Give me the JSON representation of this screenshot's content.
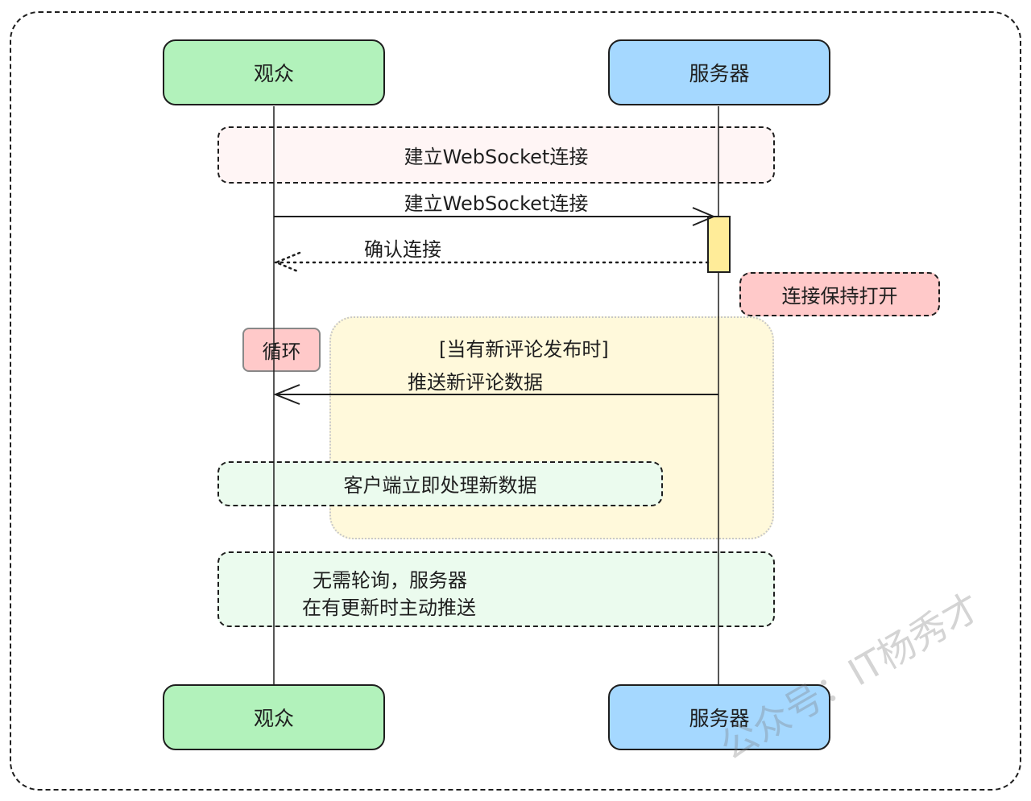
{
  "participants": {
    "audience": "观众",
    "server": "服务器"
  },
  "messages": {
    "establish_box": "建立WebSocket连接",
    "establish_arrow": "建立WebSocket连接",
    "confirm": "确认连接",
    "keep_open": "连接保持打开",
    "loop_tag": "循环",
    "loop_condition": "[当有新评论发布时]",
    "push": "推送新评论数据",
    "client_process": "客户端立即处理新数据",
    "note_line1": "无需轮询，服务器",
    "note_line2": "在有更新时主动推送"
  },
  "watermark": "公众号：IT杨秀才",
  "colors": {
    "participant_audience": "#b2f2bb",
    "participant_server": "#a5d8ff",
    "establish_box": "#fff5f5",
    "keep_open_box": "#ffc9c9",
    "loop_tag": "#ffc9c9",
    "loop_region": "#fff9db",
    "note_boxes": "#ebfbee",
    "activation_bar": "#ffec99"
  }
}
